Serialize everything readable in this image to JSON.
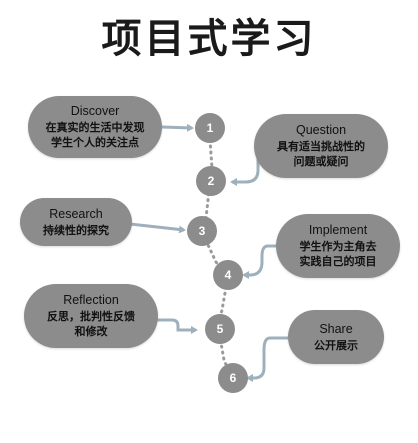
{
  "title": "项目式学习",
  "steps": [
    {
      "number": "1",
      "heading": "Discover",
      "desc_line1": "在真实的生活中发现",
      "desc_line2": "学生个人的关注点"
    },
    {
      "number": "2",
      "heading": "Question",
      "desc_line1": "具有适当挑战性的",
      "desc_line2": "问题或疑问"
    },
    {
      "number": "3",
      "heading": "Research",
      "desc_line1": "持续性的探究",
      "desc_line2": ""
    },
    {
      "number": "4",
      "heading": "Implement",
      "desc_line1": "学生作为主角去",
      "desc_line2": "实践自己的项目"
    },
    {
      "number": "5",
      "heading": "Reflection",
      "desc_line1": "反思，批判性反馈",
      "desc_line2": "和修改"
    },
    {
      "number": "6",
      "heading": "Share",
      "desc_line1": "公开展示",
      "desc_line2": ""
    }
  ],
  "colors": {
    "pill": "#8c8c8c",
    "node": "#8c8c8c",
    "arrow": "#9fb0bd",
    "dotted": "#9a9a9a"
  }
}
